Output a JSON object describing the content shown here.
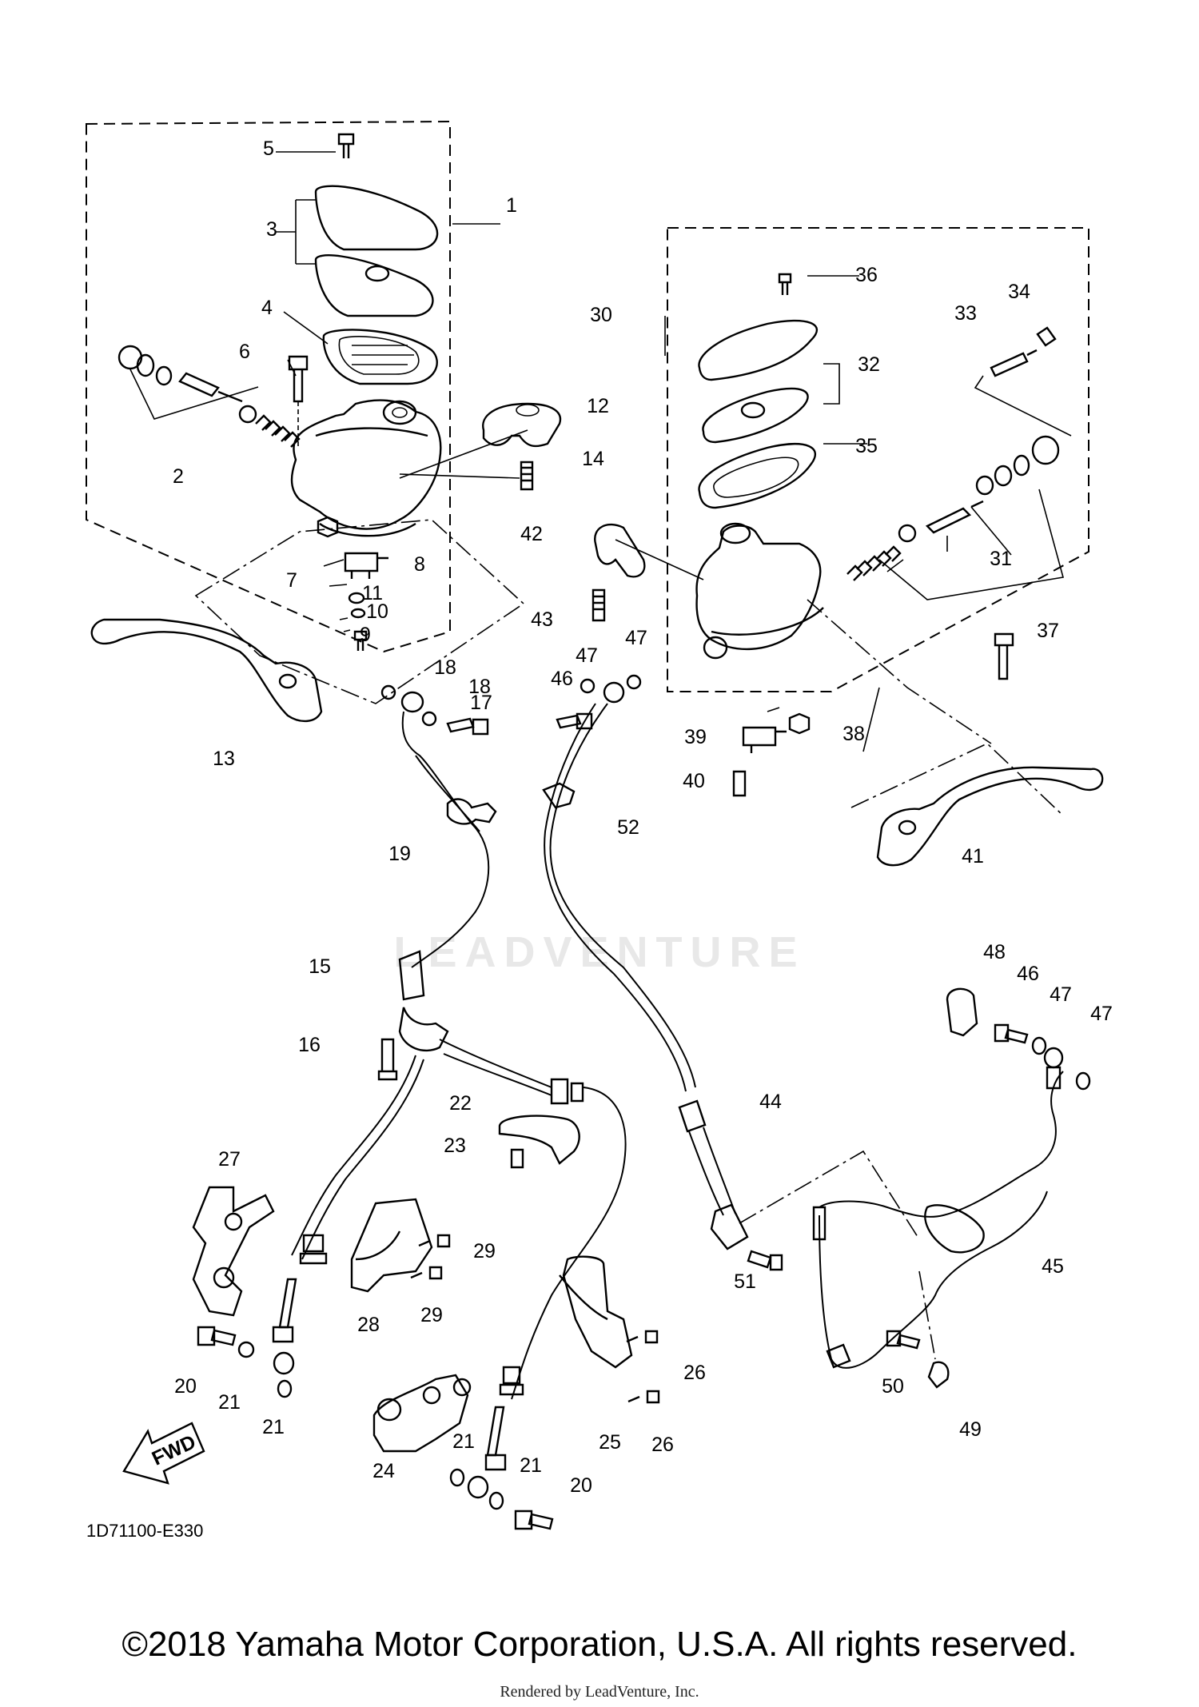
{
  "diagram_code": "1D71100-E330",
  "copyright": "©2018 Yamaha Motor Corporation, U.S.A. All rights reserved.",
  "rendered_by": "Rendered by LeadVenture, Inc.",
  "watermark": "LEADVENTURE",
  "fwd_label": "FWD",
  "callouts": [
    {
      "label": "1"
    },
    {
      "label": "2"
    },
    {
      "label": "3"
    },
    {
      "label": "4"
    },
    {
      "label": "5"
    },
    {
      "label": "6"
    },
    {
      "label": "7"
    },
    {
      "label": "8"
    },
    {
      "label": "9"
    },
    {
      "label": "10"
    },
    {
      "label": "11"
    },
    {
      "label": "12"
    },
    {
      "label": "13"
    },
    {
      "label": "14"
    },
    {
      "label": "15"
    },
    {
      "label": "16"
    },
    {
      "label": "17"
    },
    {
      "label": "18"
    },
    {
      "label": "18"
    },
    {
      "label": "19"
    },
    {
      "label": "20"
    },
    {
      "label": "20"
    },
    {
      "label": "21"
    },
    {
      "label": "21"
    },
    {
      "label": "21"
    },
    {
      "label": "21"
    },
    {
      "label": "22"
    },
    {
      "label": "23"
    },
    {
      "label": "24"
    },
    {
      "label": "25"
    },
    {
      "label": "26"
    },
    {
      "label": "26"
    },
    {
      "label": "27"
    },
    {
      "label": "28"
    },
    {
      "label": "29"
    },
    {
      "label": "29"
    },
    {
      "label": "30"
    },
    {
      "label": "31"
    },
    {
      "label": "32"
    },
    {
      "label": "33"
    },
    {
      "label": "34"
    },
    {
      "label": "35"
    },
    {
      "label": "36"
    },
    {
      "label": "37"
    },
    {
      "label": "38"
    },
    {
      "label": "39"
    },
    {
      "label": "40"
    },
    {
      "label": "41"
    },
    {
      "label": "42"
    },
    {
      "label": "43"
    },
    {
      "label": "44"
    },
    {
      "label": "45"
    },
    {
      "label": "46"
    },
    {
      "label": "46"
    },
    {
      "label": "47"
    },
    {
      "label": "47"
    },
    {
      "label": "47"
    },
    {
      "label": "47"
    },
    {
      "label": "48"
    },
    {
      "label": "49"
    },
    {
      "label": "50"
    },
    {
      "label": "51"
    },
    {
      "label": "52"
    }
  ]
}
